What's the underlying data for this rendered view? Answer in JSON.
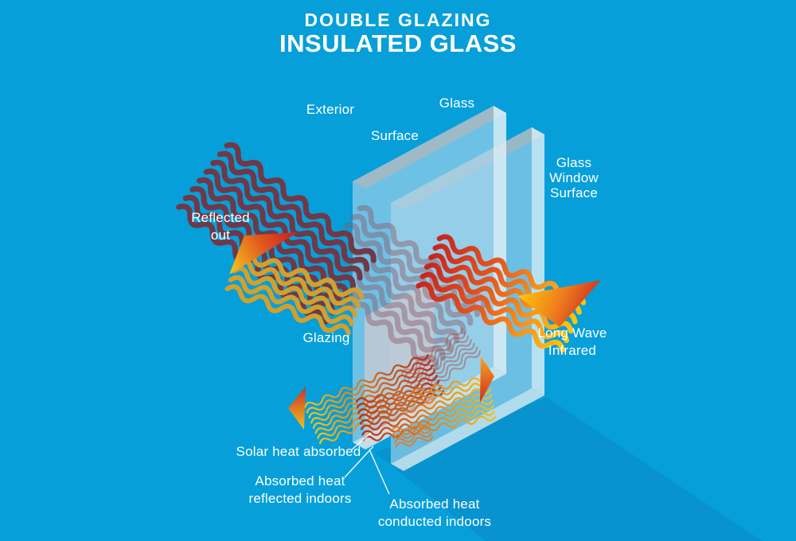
{
  "title": {
    "line1": "DOUBLE GLAZING",
    "line2": "INSULATED GLASS"
  },
  "labels": {
    "exterior": "Exterior",
    "surface": "Surface",
    "glass": "Glass",
    "glass_window_surface": "Glass\nWindow\nSurface",
    "reflected_out": "Reflected\nout",
    "glazing": "Glazing",
    "long_wave_infrared": "Long Wave\nInfrared",
    "solar_heat_absorbed": "Solar heat absorbed",
    "absorbed_heat_reflected": "Absorbed heat\nreflected indoors",
    "absorbed_heat_conducted": "Absorbed heat\nconducted indoors"
  },
  "colors": {
    "background": "#069fda",
    "text": "#ffffff",
    "glass_face": "#b3d9ec",
    "glass_edge_light": "#d7ebf4",
    "glass_edge_gray": "#a3b9c2",
    "shadow": "#0b86c0",
    "wave_dark_exterior": "#6f3947",
    "wave_faded_inside": "#8a5a68",
    "wave_red": "#c9251f",
    "wave_orange": "#f6921b",
    "wave_yellow": "#fdc50e",
    "wave_gold_reflected": "#d2a02c",
    "absorbed_panel": "#dcb2ab",
    "absorbed_strip": "#f3702c"
  }
}
